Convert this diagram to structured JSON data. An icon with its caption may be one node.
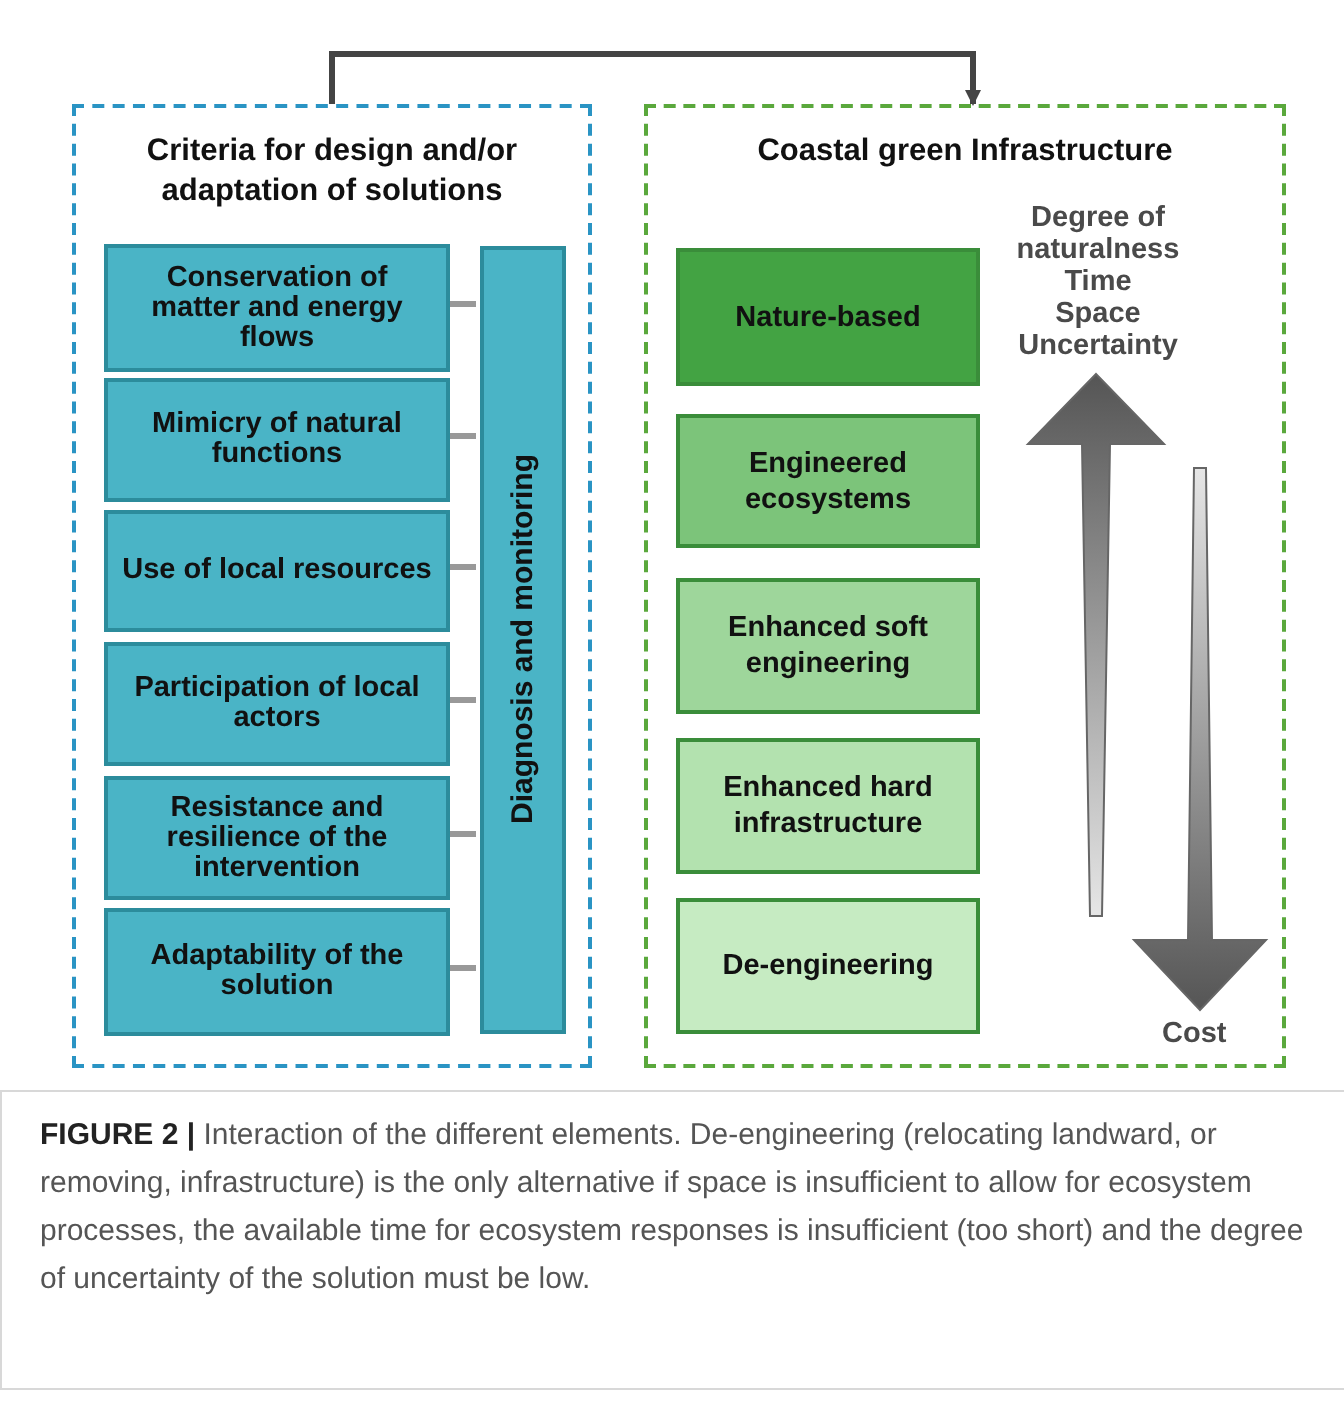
{
  "diagram": {
    "caption": "**FIGURE 2 |** Interaction of the different elements. De-engineering (relocating landward, or removing, infrastructure) is the only alternative if space is insufficient to allow for ecosystem processes, the available time for ecosystem responses is insufficient (too short) and the degree of uncertainty of the solution must be low.",
    "nodes": [
      {
        "text": [
          "Criteria for design and/or adaptation of solutions"
        ]
      },
      {
        "text": [
          "Conservation of matter and energy flows"
        ],
        "in": 0
      },
      {
        "text": [
          "Mimicry of natural functions"
        ],
        "in": 0
      },
      {
        "text": [
          "Use of local resources"
        ],
        "in": 0
      },
      {
        "text": [
          "Participation of local actors"
        ],
        "in": 0
      },
      {
        "text": [
          "Resistance and resilience of the intervention"
        ],
        "in": 0
      },
      {
        "text": [
          "Adaptability of the solution"
        ],
        "in": 0
      },
      {
        "text": [
          "Diagnosis and monitoring"
        ],
        "in": 0
      },
      {
        "text": [
          "Coastal green Infrastructure"
        ]
      },
      {
        "text": [
          "Nature-based"
        ],
        "in": 8
      },
      {
        "text": [
          "Engineered ecosystems"
        ],
        "in": 8
      },
      {
        "text": [
          "Enhanced soft engineering"
        ],
        "in": 8
      },
      {
        "text": [
          "Enhanced hard infrastructure"
        ],
        "in": 8
      },
      {
        "text": [
          "De-engineering"
        ],
        "in": 8
      }
    ],
    "edges": [
      {
        "from": 0,
        "to": 8,
        "arrow": "to",
        "color": "#444444"
      },
      {
        "from": 1,
        "to": 7,
        "arrow": "none"
      },
      {
        "from": 2,
        "to": 7,
        "arrow": "none"
      },
      {
        "from": 3,
        "to": 7,
        "arrow": "none"
      },
      {
        "from": 4,
        "to": 7,
        "arrow": "none"
      },
      {
        "from": 5,
        "to": 7,
        "arrow": "none"
      },
      {
        "from": 6,
        "to": 7,
        "arrow": "none"
      }
    ],
    "labels": [
      "Degree of naturalness",
      "Time",
      "Space",
      "Uncertainty",
      "Cost"
    ]
  }
}
